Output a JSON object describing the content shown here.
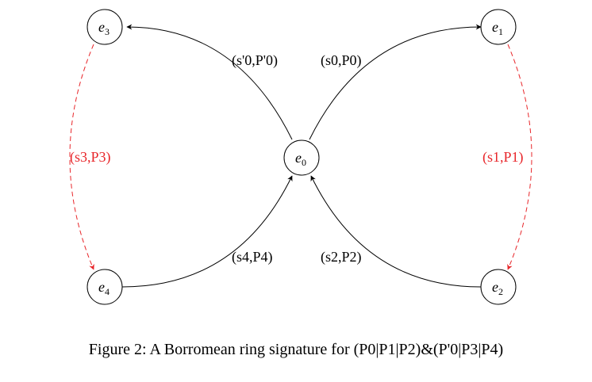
{
  "nodes": [
    {
      "id": "e0",
      "base": "e",
      "sub": "0"
    },
    {
      "id": "e1",
      "base": "e",
      "sub": "1"
    },
    {
      "id": "e2",
      "base": "e",
      "sub": "2"
    },
    {
      "id": "e3",
      "base": "e",
      "sub": "3"
    },
    {
      "id": "e4",
      "base": "e",
      "sub": "4"
    }
  ],
  "edges": [
    {
      "id": "e0-e1",
      "from": "e0",
      "to": "e1",
      "style": "solid",
      "color": "#000000",
      "label": "(s0,P0)"
    },
    {
      "id": "e0-e3",
      "from": "e0",
      "to": "e3",
      "style": "solid",
      "color": "#000000",
      "label": "(s'0,P'0)"
    },
    {
      "id": "e1-e2",
      "from": "e1",
      "to": "e2",
      "style": "dashed",
      "color": "#e8262a",
      "label": "(s1,P1)"
    },
    {
      "id": "e3-e4",
      "from": "e3",
      "to": "e4",
      "style": "dashed",
      "color": "#e8262a",
      "label": "(s3,P3)"
    },
    {
      "id": "e2-e0",
      "from": "e2",
      "to": "e0",
      "style": "solid",
      "color": "#000000",
      "label": "(s2,P2)"
    },
    {
      "id": "e4-e0",
      "from": "e4",
      "to": "e0",
      "style": "solid",
      "color": "#000000",
      "label": "(s4,P4)"
    }
  ],
  "caption": "Figure 2: A Borromean ring signature for (P0|P1|P2)&(P'0|P3|P4)"
}
